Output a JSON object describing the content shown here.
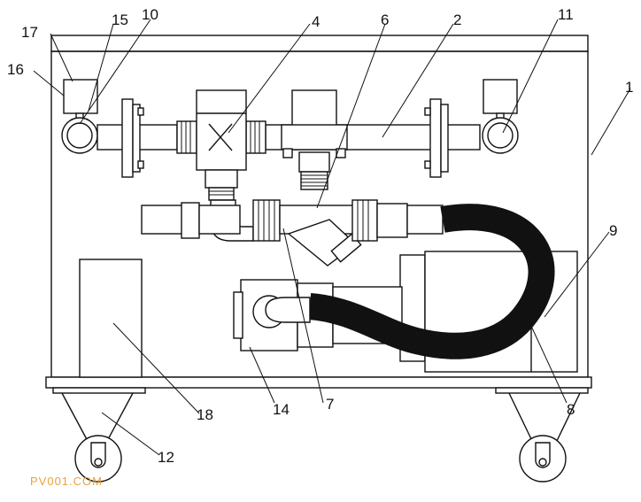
{
  "labels": {
    "l1": "1",
    "l2": "2",
    "l4": "4",
    "l6": "6",
    "l7": "7",
    "l8": "8",
    "l9": "9",
    "l10": "10",
    "l11": "11",
    "l12": "12",
    "l14": "14",
    "l15": "15",
    "l16": "16",
    "l17": "17",
    "l18": "18"
  },
  "watermark": "PV001.COM"
}
